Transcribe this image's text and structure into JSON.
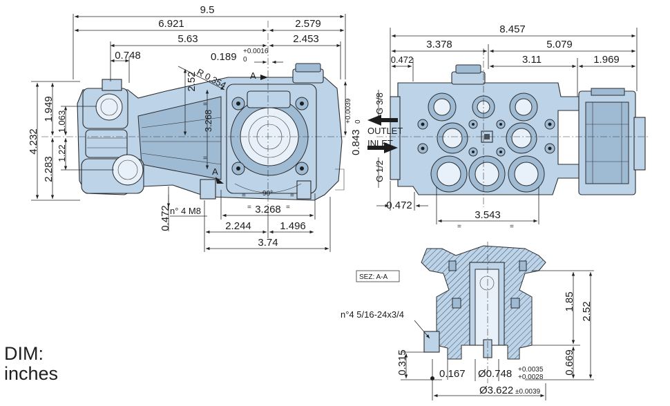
{
  "unit_label_line1": "DIM:",
  "unit_label_line2": "inches",
  "side_view": {
    "top_dims": [
      "9.5",
      "6.921",
      "2.579",
      "5.63",
      "2.453",
      "0.748"
    ],
    "tol_top": {
      "base": "0.189",
      "plus": "+0.0016",
      "minus": "0"
    },
    "tol_right": {
      "base": "0.843",
      "plus": "+0.0039",
      "minus": "0"
    },
    "radius": "R 0.354",
    "height_left": [
      "4.232",
      "1.949",
      "1.063",
      "1.22",
      "2.283"
    ],
    "mid_dims": [
      "2.52",
      "3.268"
    ],
    "section_mark": "A",
    "angle": "90°",
    "bolt_note": "n° 4 M8",
    "bottom_dims": [
      "0.472",
      "3.268",
      "2.244",
      "1.496",
      "3.74"
    ]
  },
  "front_view": {
    "top_dims": [
      "8.457",
      "3.378",
      "5.079",
      "0.472",
      "3.11",
      "1.969"
    ],
    "port_outlet": "G 3/8",
    "port_inlet": "G 1/2",
    "outlet_label": "OUTLET",
    "inlet_label": "INLET",
    "bottom_dims": [
      "0.472",
      "3.543"
    ]
  },
  "section_view": {
    "title": "SEZ: A-A",
    "thread_note": "n°4 5/16-24x3/4",
    "right_dims": [
      "1.85",
      "2.52",
      "0.669"
    ],
    "bottom_dims": [
      "0.315",
      "0.167"
    ],
    "bore": {
      "base": "Ø0.748",
      "plus": "+0.0035",
      "minus": "+0.0028"
    },
    "outer": {
      "base": "Ø3.622",
      "tol": "±0.0039"
    }
  }
}
